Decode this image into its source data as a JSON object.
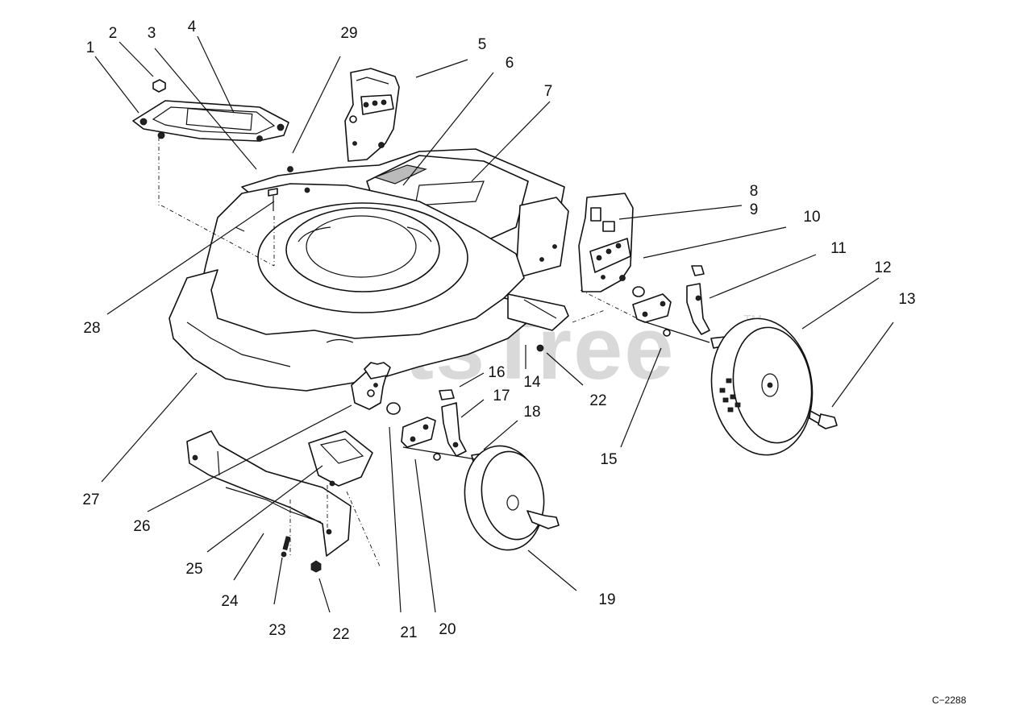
{
  "watermark": {
    "text": "PartsTree",
    "trademark": "TM"
  },
  "drawing_code": "C−2288",
  "callouts": [
    {
      "id": "1",
      "label": "1"
    },
    {
      "id": "2",
      "label": "2"
    },
    {
      "id": "3",
      "label": "3"
    },
    {
      "id": "4",
      "label": "4"
    },
    {
      "id": "29",
      "label": "29"
    },
    {
      "id": "5",
      "label": "5"
    },
    {
      "id": "6",
      "label": "6"
    },
    {
      "id": "7",
      "label": "7"
    },
    {
      "id": "8",
      "label": "8"
    },
    {
      "id": "9",
      "label": "9"
    },
    {
      "id": "10",
      "label": "10"
    },
    {
      "id": "11",
      "label": "11"
    },
    {
      "id": "12",
      "label": "12"
    },
    {
      "id": "13",
      "label": "13"
    },
    {
      "id": "28",
      "label": "28"
    },
    {
      "id": "16",
      "label": "16"
    },
    {
      "id": "14",
      "label": "14"
    },
    {
      "id": "22a",
      "label": "22"
    },
    {
      "id": "17",
      "label": "17"
    },
    {
      "id": "18",
      "label": "18"
    },
    {
      "id": "15",
      "label": "15"
    },
    {
      "id": "27",
      "label": "27"
    },
    {
      "id": "26",
      "label": "26"
    },
    {
      "id": "25",
      "label": "25"
    },
    {
      "id": "24",
      "label": "24"
    },
    {
      "id": "23",
      "label": "23"
    },
    {
      "id": "22b",
      "label": "22"
    },
    {
      "id": "21",
      "label": "21"
    },
    {
      "id": "20",
      "label": "20"
    },
    {
      "id": "19",
      "label": "19"
    }
  ]
}
